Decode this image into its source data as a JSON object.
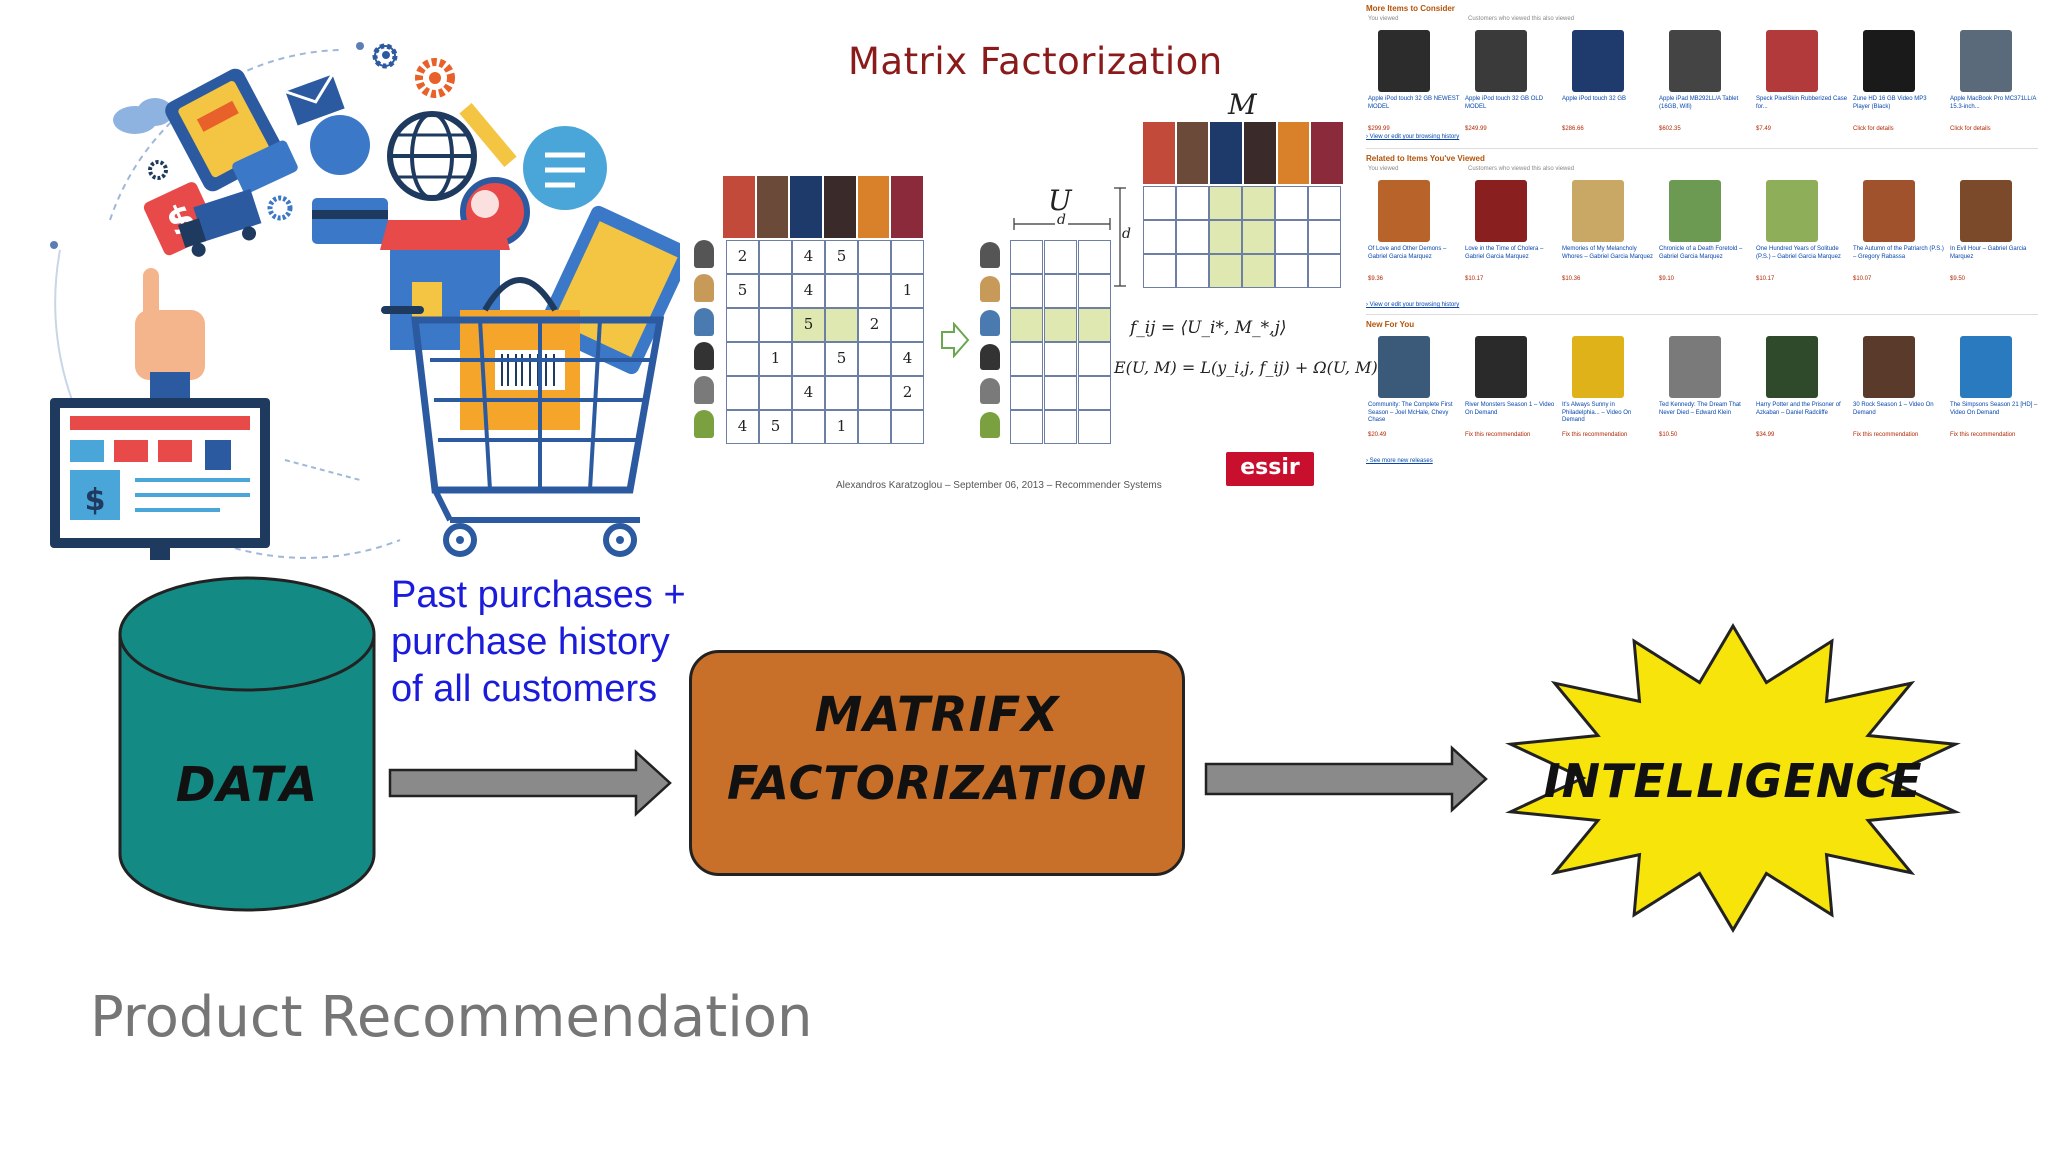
{
  "matrix_panel": {
    "title": "Matrix Factorization",
    "label_u": "U",
    "label_m": "M",
    "label_d": "d",
    "label_d2": "d",
    "formula_1": "f_ij = ⟨U_i*, M_*,j⟩",
    "formula_2": "E(U, M) = L(y_i,j, f_ij) + Ω(U, M)",
    "footer": "Alexandros Karatzoglou – September 06, 2013 – Recommender Systems",
    "logo_text": "essir",
    "ratings": [
      [
        "2",
        "",
        "4",
        "5",
        "",
        ""
      ],
      [
        "5",
        "",
        "4",
        "",
        "",
        "1"
      ],
      [
        "",
        "",
        "5",
        "",
        "2",
        ""
      ],
      [
        "",
        "1",
        "",
        "5",
        "",
        "4"
      ],
      [
        "",
        "",
        "4",
        "",
        "",
        "2"
      ],
      [
        "4",
        "5",
        "",
        "1",
        "",
        ""
      ]
    ]
  },
  "store_panel": {
    "section_1": "More Items to Consider",
    "section_1_sub_a": "You viewed",
    "section_1_sub_b": "Customers who viewed this also viewed",
    "section_2": "Related to Items You've Viewed",
    "section_2_sub_a": "You viewed",
    "section_2_sub_b": "Customers who viewed this also viewed",
    "section_3": "New For You",
    "link_1": "› View or edit your browsing history",
    "link_2": "› View or edit your browsing history",
    "link_3": "› See more new releases",
    "row_1": [
      {
        "caption": "Apple iPod touch 32 GB NEWEST MODEL",
        "price": "$299.99",
        "color": "#2c2c2c"
      },
      {
        "caption": "Apple iPod touch 32 GB OLD MODEL",
        "price": "$249.99",
        "color": "#3a3a3a"
      },
      {
        "caption": "Apple iPod touch 32 GB",
        "price": "$286.66",
        "color": "#1f3b6e"
      },
      {
        "caption": "Apple iPad MB292LL/A Tablet (16GB, Wifi)",
        "price": "$602.35",
        "color": "#444444"
      },
      {
        "caption": "Speck PixelSkin Rubberized Case for...",
        "price": "$7.49",
        "color": "#b23a3a"
      },
      {
        "caption": "Zune HD 16 GB Video MP3 Player (Black)",
        "price": "Click for details",
        "color": "#1a1a1a"
      },
      {
        "caption": "Apple MacBook Pro MC371LL/A 15.3-inch...",
        "price": "Click for details",
        "color": "#5a6a7a"
      }
    ],
    "row_2": [
      {
        "caption": "Of Love and Other Demons – Gabriel Garcia Marquez",
        "price": "$9.36",
        "color": "#b8632a"
      },
      {
        "caption": "Love in the Time of Cholera – Gabriel Garcia Marquez",
        "price": "$10.17",
        "color": "#8a1f1f"
      },
      {
        "caption": "Memories of My Melancholy Whores – Gabriel Garcia Marquez",
        "price": "$10.36",
        "color": "#c9a866"
      },
      {
        "caption": "Chronicle of a Death Foretold – Gabriel Garcia Marquez",
        "price": "$9.10",
        "color": "#6c9a52"
      },
      {
        "caption": "One Hundred Years of Solitude (P.S.) – Gabriel Garcia Marquez",
        "price": "$10.17",
        "color": "#8fae5a"
      },
      {
        "caption": "The Autumn of the Patriarch (P.S.) – Gregory Rabassa",
        "price": "$10.07",
        "color": "#a0522d"
      },
      {
        "caption": "In Evil Hour – Gabriel Garcia Marquez",
        "price": "$9.50",
        "color": "#7a4a2a"
      }
    ],
    "row_3": [
      {
        "caption": "Community: The Complete First Season – Joel McHale, Chevy Chase",
        "price": "$20.49",
        "color": "#3b5a7a"
      },
      {
        "caption": "River Monsters Season 1 – Video On Demand",
        "price": "Fix this recommendation",
        "color": "#2a2a2a"
      },
      {
        "caption": "It's Always Sunny in Philadelphia... – Video On Demand",
        "price": "Fix this recommendation",
        "color": "#e0b21a"
      },
      {
        "caption": "Ted Kennedy: The Dream That Never Died – Edward Klein",
        "price": "$10.50",
        "color": "#7a7a7a"
      },
      {
        "caption": "Harry Potter and the Prisoner of Azkaban – Daniel Radcliffe",
        "price": "$34.99",
        "color": "#2f4a2a"
      },
      {
        "caption": "30 Rock Season 1 – Video On Demand",
        "price": "Fix this recommendation",
        "color": "#5a3a2a"
      },
      {
        "caption": "The Simpsons Season 21 [HD] – Video On Demand",
        "price": "Fix this recommendation",
        "color": "#2a7ac0"
      }
    ]
  },
  "diagram": {
    "data_label": "DATA",
    "input_text": "Past purchases + purchase history of all customers",
    "process_line_1": "MATRIFX",
    "process_line_2": "FACTORIZATION",
    "output_label": "INTELLIGENCE",
    "colors": {
      "cylinder": "#138a84",
      "process_box": "#c8702a",
      "star": "#f7e40a",
      "arrow": "#8a8a8a",
      "input_text": "#1b1bdc"
    }
  },
  "footer_title": "Product Recommendation"
}
